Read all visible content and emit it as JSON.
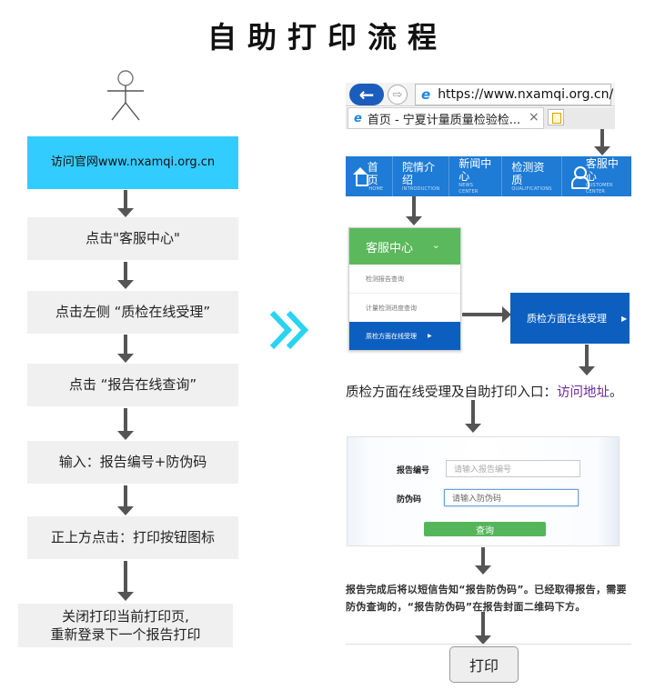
{
  "title": "自助打印流程",
  "left_flow": {
    "steps": [
      "访问官网www.nxamqi.org.cn",
      "点击\"客服中心\"",
      "点击左侧 “质检在线受理”",
      "点击 “报告在线查询”",
      "输入：报告编号+防伪码",
      "正上方点击：打印按钮图标",
      "关闭打印当前打印页,\n重新登录下一个报告打印"
    ]
  },
  "browser": {
    "url": "https://www.nxamqi.org.cn/",
    "tab_title": "首页 - 宁夏计量质量检验检...",
    "tab_close": "×"
  },
  "site_nav": {
    "items": [
      {
        "zh": "首页",
        "en": "HOME"
      },
      {
        "zh": "院情介绍",
        "en": "INTRODUCTION"
      },
      {
        "zh": "新闻中心",
        "en": "NEWS CENTER"
      },
      {
        "zh": "检测资质",
        "en": "QUALIFICATIONS"
      },
      {
        "zh": "客服中心",
        "en": "CUSTOMER CENTER"
      }
    ]
  },
  "cs_menu": {
    "header": "客服中心",
    "items": [
      "检测报告查询",
      "计量检测进度查询"
    ],
    "active": "质检方面在线受理"
  },
  "qc_box_label": "质检方面在线受理",
  "entry": {
    "text": "质检方面在线受理及自助打印入口：",
    "link": "访问地址",
    "end": "。"
  },
  "query_form": {
    "report_label": "报告编号",
    "report_placeholder": "请输入报告编号",
    "code_label": "防伪码",
    "code_placeholder": "请输入防伪码",
    "button": "查询"
  },
  "notice": "报告完成后将以短信告知“报告防伪码”。已经取得报告，需要防伪查询的，“报告防伪码”在报告封面二维码下方。",
  "print_button": "打印",
  "icons": {
    "figure": "stick-figure-icon",
    "double_chevron": "double-chevron-right-icon",
    "back": "back-arrow-icon",
    "forward": "forward-arrow-icon",
    "browser": "ie-icon",
    "home": "home-icon",
    "customer": "person-icon"
  },
  "colors": {
    "first_step": "#33ccff",
    "step_bg": "#f0f0f0",
    "nav_blue": "#1e7bd6",
    "menu_green": "#5bb85c",
    "active_blue": "#0d5fbf",
    "chevron_cyan": "#2ad4f0",
    "arrow_gray": "#555555"
  }
}
